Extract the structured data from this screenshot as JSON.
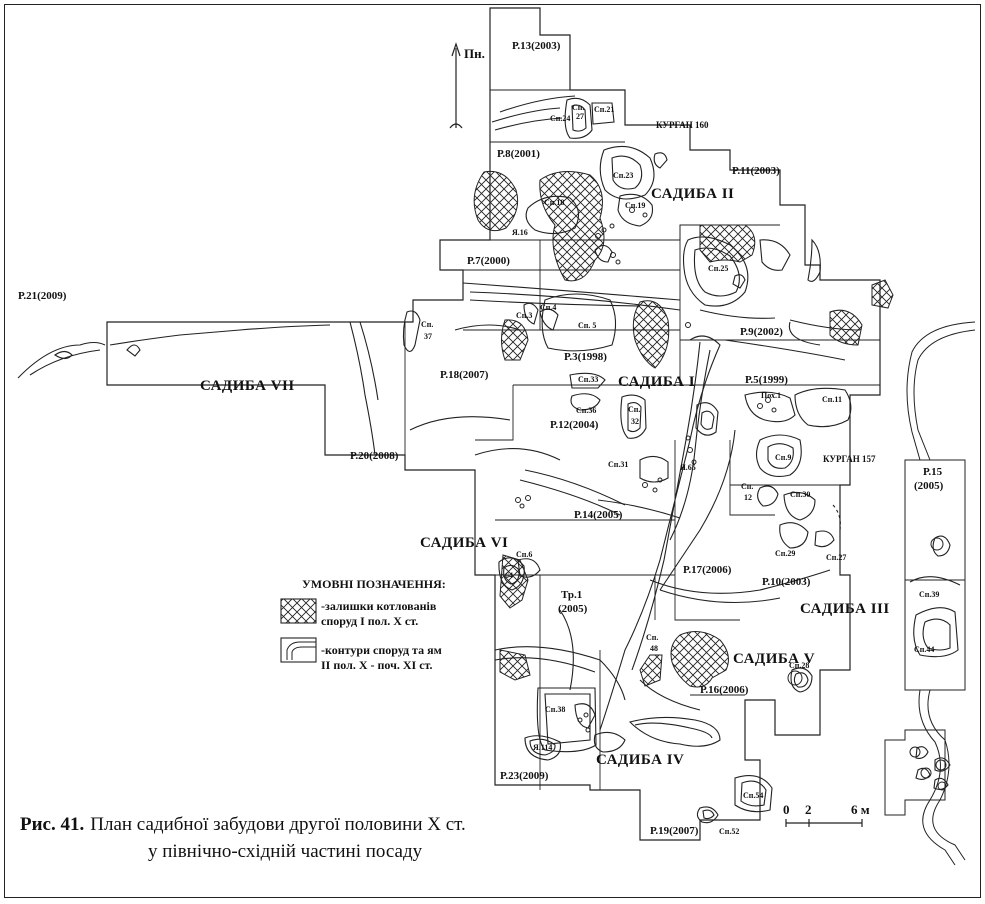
{
  "north_label": "Пн.",
  "caption": {
    "label": "Рис. 41.",
    "line1": "План садибної забудови другої половини X ст.",
    "line2": "у північно-східній частині посаду"
  },
  "legend": {
    "title": "УМОВНІ ПОЗНАЧЕННЯ:",
    "item1_line1": "-залишки котлованів",
    "item1_line2": "споруд I пол. X ст.",
    "item2_line1": "-контури споруд та ям",
    "item2_line2": "II пол. X - поч. XI ст."
  },
  "scale": {
    "t0": "0",
    "t2": "2",
    "t6": "6 м"
  },
  "squares": {
    "r13": "Р.13(2003)",
    "r8": "Р.8(2001)",
    "r11": "Р.11(2003)",
    "r7": "Р.7(2000)",
    "r21": "Р.21(2009)",
    "r9": "Р.9(2002)",
    "r3": "Р.3(1998)",
    "r18": "Р.18(2007)",
    "r5": "Р.5(1999)",
    "r12": "Р.12(2004)",
    "r20": "Р.20(2008)",
    "r14": "Р.14(2005)",
    "r15a": "Р.15",
    "r15b": "(2005)",
    "r17": "Р.17(2006)",
    "r10": "Р.10(2003)",
    "tr1a": "Тр.1",
    "tr1b": "(2005)",
    "r16": "Р.16(2006)",
    "r23": "Р.23(2009)",
    "r19": "Р.19(2007)"
  },
  "homesteads": {
    "s1": "САДИБА I",
    "s2": "САДИБА II",
    "s3": "САДИБА III",
    "s4": "САДИБА IV",
    "s5": "САДИБА V",
    "s6": "САДИБА VI",
    "s7": "САДИБА VII"
  },
  "kurgans": {
    "k160": "КУРГАН 160",
    "k157": "КУРГАН 157"
  },
  "structures": {
    "sp21": "Сп.21",
    "sp24": "Сп.24",
    "sp27top_a": "Сп.",
    "sp27top_b": "27",
    "sp23": "Сп.23",
    "sp18": "Сп.18",
    "sp19": "Сп.19",
    "ya16": "Я.16",
    "sp25": "Сп.25",
    "sp37a": "Сп.",
    "sp37b": "37",
    "sp4": "Сп.4",
    "sp3": "Сп.3",
    "sp5": "Сп. 5",
    "sp33": "Сп.33",
    "sp36": "Сп.36",
    "sp32a": "Сп.",
    "sp32b": "32",
    "sp31": "Сп.31",
    "pokh1": "Пох.1",
    "sp11": "Сп.11",
    "sp9": "Сп.9",
    "ya65": "Я.65",
    "sp12a": "Сп.",
    "sp12b": "12",
    "sp30": "Сп.30",
    "sp29": "Сп.29",
    "sp27": "Сп.27",
    "sp6": "Сп.6",
    "sp64": "64",
    "sp48a": "Сп.",
    "sp48b": "48",
    "sp39": "Сп.39",
    "sp44": "Сп.44",
    "sp28": "Сп.28",
    "sp38": "Сп.38",
    "ya114": "Я.114",
    "sp54": "Сп.54",
    "sp52": "Сп.52"
  }
}
